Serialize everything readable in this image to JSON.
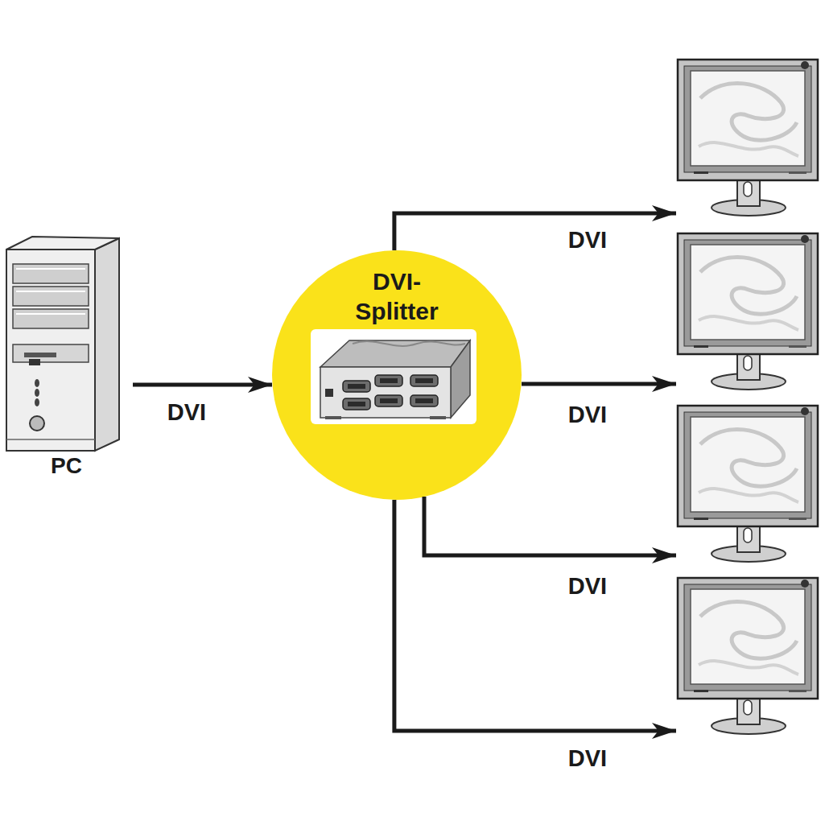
{
  "diagram": {
    "nodes": [
      {
        "text": [
          "PC"
        ]
      },
      {
        "text": [
          "DVI- Splitter"
        ]
      },
      {
        "text": []
      },
      {
        "text": []
      },
      {
        "text": []
      },
      {
        "text": []
      }
    ],
    "edges": [
      {
        "from": 0,
        "to": 1,
        "label": "DVI",
        "arrow": "to"
      },
      {
        "from": 1,
        "to": 2,
        "label": "DVI",
        "arrow": "to"
      },
      {
        "from": 1,
        "to": 3,
        "label": "DVI",
        "arrow": "to"
      },
      {
        "from": 1,
        "to": 4,
        "label": "DVI",
        "arrow": "to"
      },
      {
        "from": 1,
        "to": 5,
        "label": "DVI",
        "arrow": "to"
      }
    ]
  }
}
